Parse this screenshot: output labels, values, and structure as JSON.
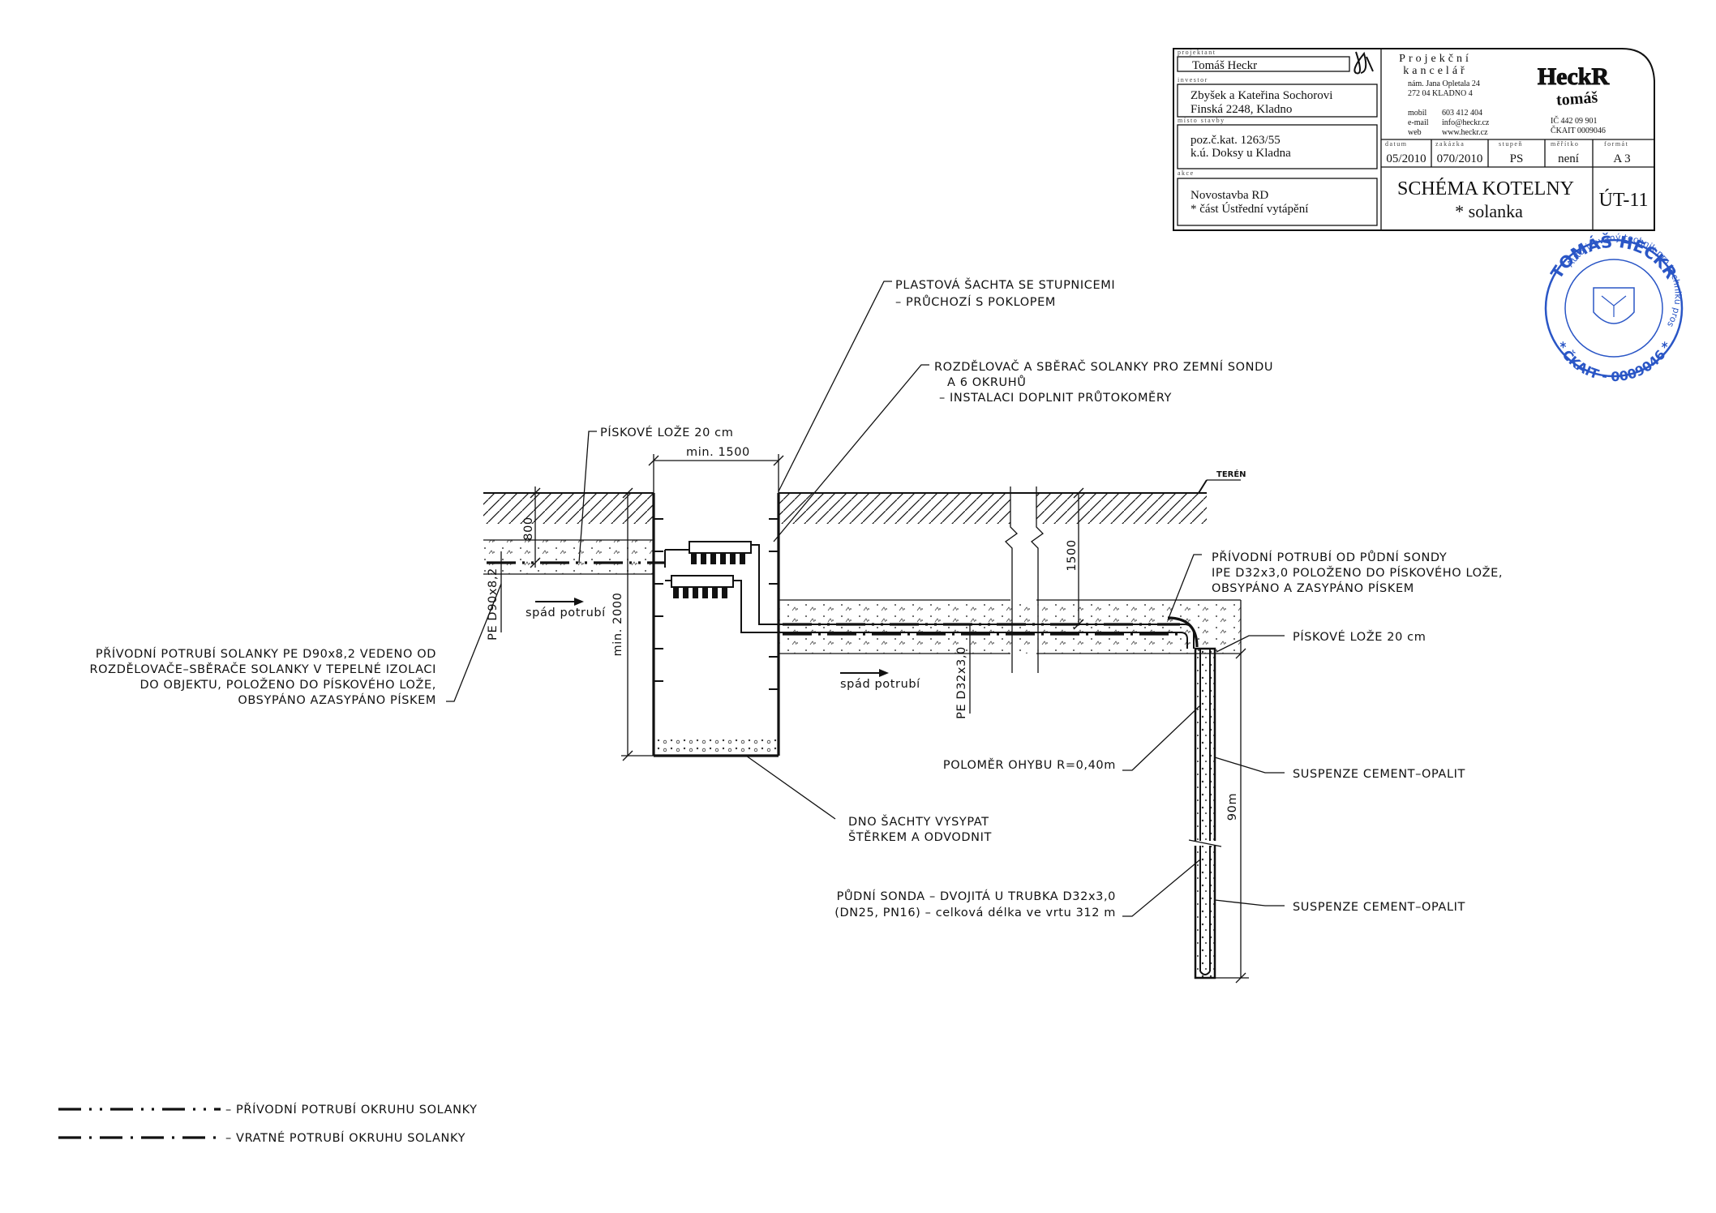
{
  "title_block": {
    "field_labels": {
      "projektant": "projektant",
      "investor": "investor",
      "misto_stavby": "místo stavby",
      "akce": "akce",
      "datum": "datum",
      "zakazka": "zakázka",
      "stupen": "stupeň",
      "meritko": "měřítko",
      "format": "formát"
    },
    "projektant": "Tomáš Heckr",
    "investor_line1": "Zbyšek a Kateřina Sochorovi",
    "investor_line2": "Finská 2248, Kladno",
    "site_line1": "poz.č.kat. 1263/55",
    "site_line2": "k.ú. Doksy u Kladna",
    "akce_line1": "Novostavba RD",
    "akce_line2": "* část Ústřední vytápění",
    "office_line1": "Projekční",
    "office_line2": "kancelář",
    "address_line1": "nám. Jana Opletala 24",
    "address_line2": "272 04     KLADNO 4",
    "contact_labels": [
      "mobil",
      "e-mail",
      "web"
    ],
    "contact_values": [
      "603 412 404",
      "info@heckr.cz",
      "www.heckr.cz"
    ],
    "ic": "IČ  442 09 901",
    "ckait": "ČKAIT 0009046",
    "logo_text_1": "HeckR",
    "logo_text_2": "tomáš",
    "datum": "05/2010",
    "zakazka": "070/2010",
    "stupen": "PS",
    "meritko": "není",
    "format": "A 3",
    "drawing_title": "SCHÉMA KOTELNY",
    "drawing_subtitle": "* solanka",
    "drawing_number": "ÚT-11"
  },
  "stamp": {
    "top_text": "TOMÁŠ HECKR",
    "inner_text": "Autorizovaný technik pro techniku prostředí staveb",
    "bottom_text": "* ČKAIT - 0009046 *"
  },
  "labels": {
    "shaft_1": "PLASTOVÁ ŠACHTA SE STUPNICEMI",
    "shaft_2": "– PRŮCHOZÍ S POKLOPEM",
    "manifold_1": "ROZDĚLOVAČ A SBĚRAČ SOLANKY PRO ZEMNÍ SONDU",
    "manifold_2": "A 6 OKRUHŮ",
    "manifold_3": "– INSTALACI DOPLNIT PRŮTOKOMĚRY",
    "sand_bed_left": "PÍSKOVÉ LOŽE 20 cm",
    "min_1500": "min. 1500",
    "teren": "TERÉN",
    "supply_probe_1": "PŘÍVODNÍ POTRUBÍ OD PŮDNÍ SONDY",
    "supply_probe_2": "IPE D32x3,0 POLOŽENO DO PÍSKOVÉHO LOŽE,",
    "supply_probe_3": "OBSYPÁNO A ZASYPÁNO PÍSKEM",
    "sand_bed_right": "PÍSKOVÉ LOŽE 20 cm",
    "supply_main_1": "PŘÍVODNÍ POTRUBÍ SOLANKY PE D90x8,2 VEDENO OD",
    "supply_main_2": "ROZDĚLOVAČE–SBĚRAČE SOLANKY V TEPELNÉ IZOLACI",
    "supply_main_3": "DO OBJEKTU, POLOŽENO DO PÍSKOVÉHO LOŽE,",
    "supply_main_4": "OBSYPÁNO AZASYPÁNO PÍSKEM",
    "dim_800": "800",
    "dim_1500": "1500",
    "dim_min2000": "min. 2000",
    "pe_d90": "PE D90x8,2",
    "pe_d32": "PE D32x3,0",
    "slope_left": "spád potrubí",
    "slope_right": "spád potrubí",
    "bend_radius": "POLOMĚR OHYBU R=0,40m",
    "suspension_1": "SUSPENZE CEMENT–OPALIT",
    "suspension_2": "SUSPENZE CEMENT–OPALIT",
    "dim_90m": "90m",
    "shaft_bottom_1": "DNO ŠACHTY VYSYPAT",
    "shaft_bottom_2": "ŠTĚRKEM A ODVODNIT",
    "probe_1": "PŮDNÍ SONDA – DVOJITÁ U TRUBKA D32x3,0",
    "probe_2": "(DN25, PN16) – celková délka ve vrtu 312 m"
  },
  "legend": {
    "supply": "– PŘÍVODNÍ POTRUBÍ OKRUHU SOLANKY",
    "return": "– VRATNÉ POTRUBÍ OKRUHU SOLANKY"
  },
  "colors": {
    "ink": "#111111",
    "stamp": "#2a56c6"
  }
}
